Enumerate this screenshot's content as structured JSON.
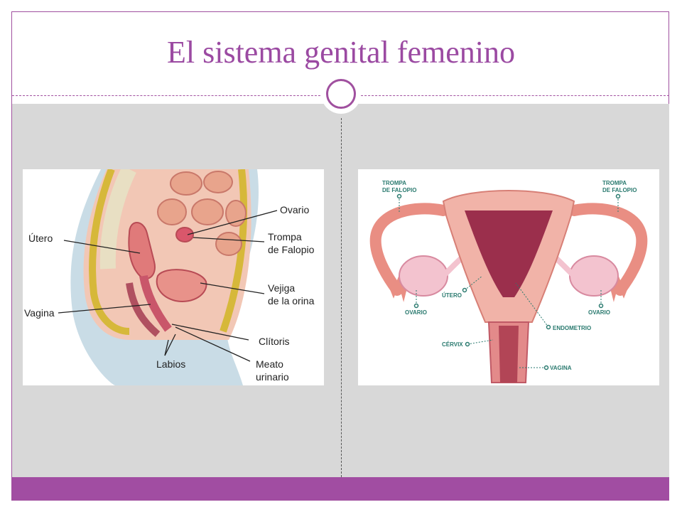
{
  "slide": {
    "title": "El sistema genital femenino"
  },
  "left_diagram": {
    "labels": {
      "ovario": "Ovario",
      "utero": "Útero",
      "trompa_1": "Trompa",
      "trompa_2": "de Falopio",
      "vejiga_1": "Vejiga",
      "vejiga_2": "de la orina",
      "vagina": "Vagina",
      "clitoris": "Clítoris",
      "labios": "Labios",
      "meato_1": "Meato",
      "meato_2": "urinario"
    }
  },
  "right_diagram": {
    "labels": {
      "trompa_left_1": "TROMPA",
      "trompa_left_2": "DE FALOPIO",
      "trompa_right_1": "TROMPA",
      "trompa_right_2": "DE FALOPIO",
      "utero": "ÚTERO",
      "ovario_left": "OVARIO",
      "ovario_right": "OVARIO",
      "endometrio": "ENDOMETRIO",
      "cervix": "CÉRVIX",
      "vagina": "VAGINA"
    }
  },
  "colors": {
    "accent": "#a14da2",
    "title": "#9b4aa2",
    "background_panel": "#d8d8d8"
  }
}
